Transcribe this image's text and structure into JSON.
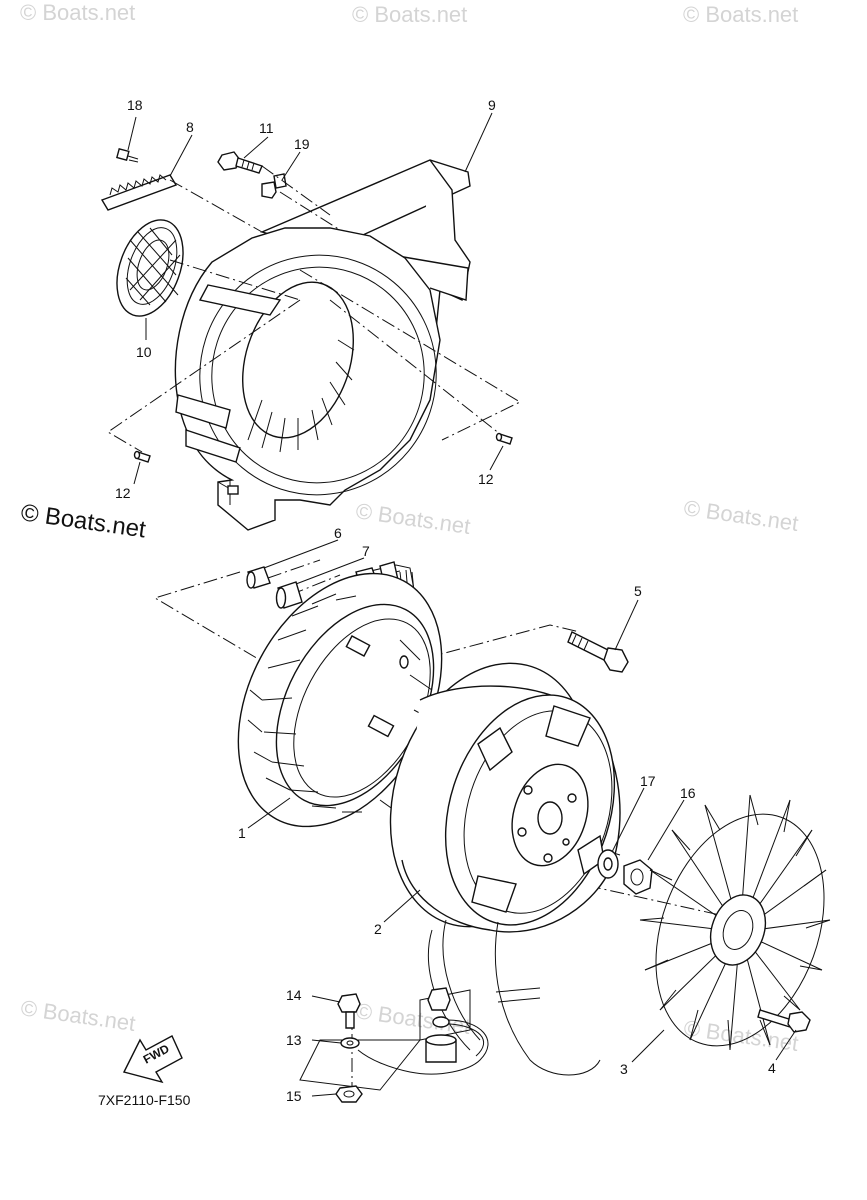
{
  "watermarks": {
    "top_left": "© Boats.net",
    "top_center": "© Boats.net",
    "top_right": "© Boats.net",
    "mid_left": "© Boats.net",
    "mid_center": "© Boats.net",
    "mid_right": "© Boats.net",
    "bottom_left": "© Boats.net",
    "bottom_center": "© Boats.net",
    "bottom_right": "© Boats.net"
  },
  "diagram_code": "7XF2110-F150",
  "fwd_label": "FWD",
  "callouts": {
    "p1": "1",
    "p2": "2",
    "p3": "3",
    "p4": "4",
    "p5": "5",
    "p6": "6",
    "p7": "7",
    "p8": "8",
    "p9": "9",
    "p10": "10",
    "p11": "11",
    "p12a": "12",
    "p12b": "12",
    "p13": "13",
    "p14": "14",
    "p15": "15",
    "p16": "16",
    "p17": "17",
    "p18": "18",
    "p19": "19"
  }
}
